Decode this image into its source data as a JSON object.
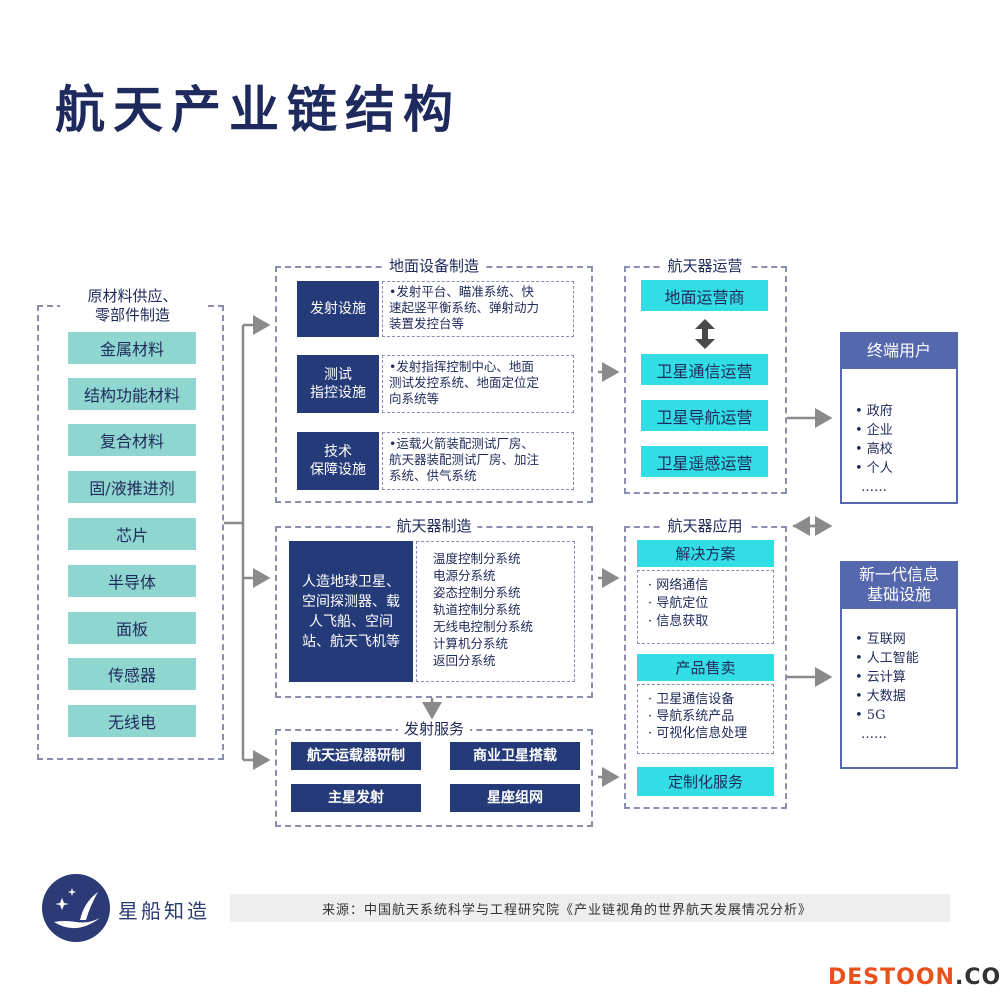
{
  "title": "航天产业链结构",
  "raw_materials": {
    "label_lines": [
      "原材料供应、",
      "零部件制造"
    ],
    "items": [
      "金属材料",
      "结构功能材料",
      "复合材料",
      "固/液推进剂",
      "芯片",
      "半导体",
      "面板",
      "传感器",
      "无线电"
    ]
  },
  "ground_equipment": {
    "label": "地面设备制造",
    "rows": [
      {
        "name_lines": [
          "发射设施"
        ],
        "desc_lines": [
          "•发射平台、瞄准系统、快",
          "速起竖平衡系统、弹射动力",
          "装置发控台等"
        ]
      },
      {
        "name_lines": [
          "测试",
          "指控设施"
        ],
        "desc_lines": [
          "•发射指挥控制中心、地面",
          "测试发控系统、地面定位定",
          "向系统等"
        ]
      },
      {
        "name_lines": [
          "技术",
          "保障设施"
        ],
        "desc_lines": [
          "•运载火箭装配测试厂房、",
          "航天器装配测试厂房、加注",
          "系统、供气系统"
        ]
      }
    ]
  },
  "spacecraft_mfg": {
    "label": "航天器制造",
    "main_lines": [
      "人造地球卫星、",
      "空间探测器、载",
      "人飞船、空间",
      "站、航天飞机等"
    ],
    "subsystems": [
      "温度控制分系统",
      "电源分系统",
      "姿态控制分系统",
      "轨道控制分系统",
      "无线电控制分系统",
      "计算机分系统",
      "返回分系统"
    ]
  },
  "launch_service": {
    "label": "发射服务",
    "items": [
      "航天运载器研制",
      "商业卫星搭载",
      "主星发射",
      "星座组网"
    ]
  },
  "operations": {
    "label": "航天器运营",
    "items": [
      "地面运营商",
      "卫星通信运营",
      "卫星导航运营",
      "卫星遥感运营"
    ],
    "swap_icon": "double-arrow-icon"
  },
  "applications": {
    "label": "航天器应用",
    "solutions": {
      "title": "解决方案",
      "items": [
        "· 网络通信",
        "· 导航定位",
        "· 信息获取"
      ]
    },
    "products": {
      "title": "产品售卖",
      "items": [
        "· 卫星通信设备",
        "· 导航系统产品",
        "· 可视化信息处理"
      ]
    },
    "custom": "定制化服务"
  },
  "end_users": {
    "title": "终端用户",
    "items": [
      "• 政府",
      "• 企业",
      "• 高校",
      "• 个人",
      "……"
    ]
  },
  "infra": {
    "title_lines": [
      "新一代信息",
      "基础设施"
    ],
    "items": [
      "• 互联网",
      "• 人工智能",
      "• 云计算",
      "• 大数据",
      "• 5G",
      "……"
    ]
  },
  "footer": {
    "logo_text": "星船知造",
    "source": "来源：中国航天系统科学与工程研究院《产业链视角的世界航天发展情况分析》",
    "watermark_main": "DESTOON",
    "watermark_dot": ".COM"
  },
  "colors": {
    "navy": "#253a78",
    "teal": "#8fd6d1",
    "cyan": "#32dde6",
    "purple": "#5567ad",
    "accent": "#e8501c"
  }
}
